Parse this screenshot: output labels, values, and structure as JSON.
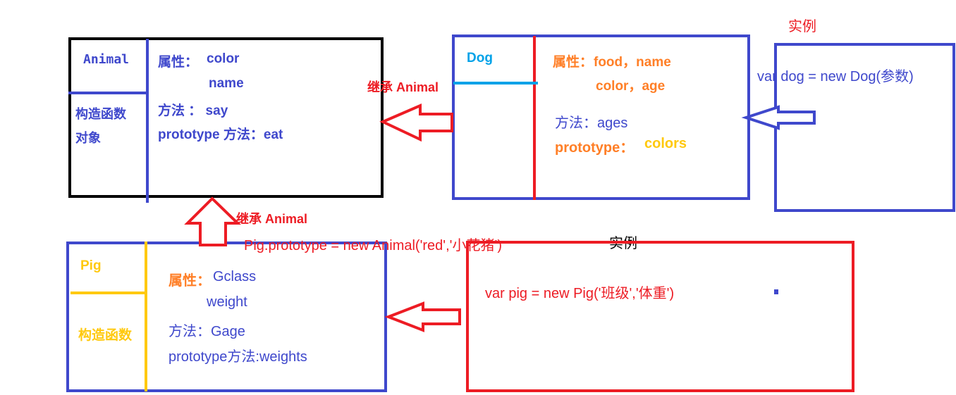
{
  "colors": {
    "blue": "#3f48cc",
    "red": "#ed1c24",
    "black": "#000000",
    "orange": "#ff7f27",
    "yellow": "#ffc90e",
    "sky": "#00a2e8"
  },
  "animal": {
    "title": "Animal",
    "subtitle_line1": "构造函数",
    "subtitle_line2": "对象",
    "attr_label": "属性：",
    "attr1": "color",
    "attr2": "name",
    "method": "方法 ： say",
    "proto": "prototype 方法：eat"
  },
  "dog": {
    "title": "Dog",
    "attr_label": "属性：",
    "attr1": "food，name",
    "attr2": "color，age",
    "method": "方法：ages",
    "proto_label": "prototype：",
    "proto_value": "colors"
  },
  "dog_instance": {
    "label": "实例",
    "code": "var dog = new Dog(参数)"
  },
  "dog_inherit": {
    "label": "继承 Animal"
  },
  "pig_inherit": {
    "label": "继承 Animal",
    "code": "Pig.prototype = new Animal('red','小花猪')"
  },
  "pig": {
    "title": "Pig",
    "subtitle": "构造函数",
    "attr_label": "属性：",
    "attr1": "Gclass",
    "attr2": "weight",
    "method": "方法：Gage",
    "proto": "prototype方法:weights"
  },
  "pig_instance": {
    "label": "实例",
    "code": "var pig = new Pig('班级','体重')"
  }
}
